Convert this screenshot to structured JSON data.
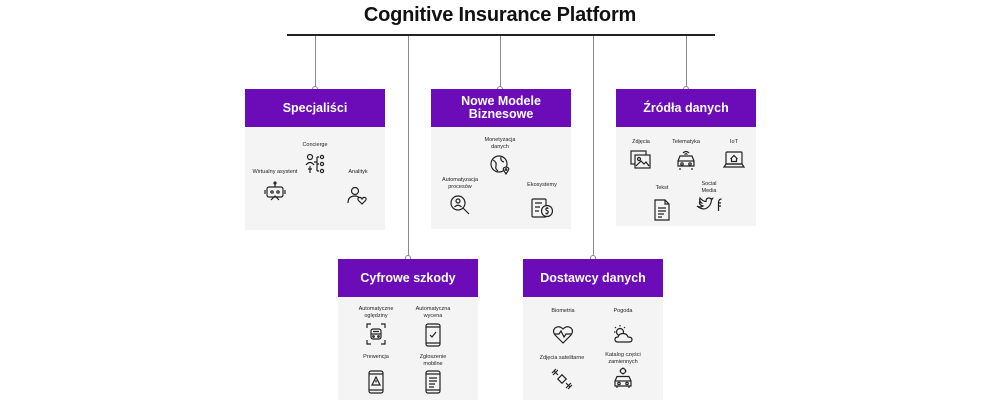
{
  "title": "Cognitive Insurance Platform",
  "colors": {
    "accent": "#6c0cb8",
    "card_bg": "#f4f4f4",
    "line": "#8a8a8a"
  },
  "cards": {
    "specjalisci": {
      "title": "Specjaliści",
      "items": [
        {
          "label": "Concierge",
          "icon": "org-people-icon"
        },
        {
          "label": "Wirtualny asystent",
          "icon": "robot-icon"
        },
        {
          "label": "Analityk",
          "icon": "analyst-heart-icon"
        }
      ]
    },
    "modele": {
      "title": "Nowe Modele Biznesowe",
      "items": [
        {
          "label": "Monetyzacja danych",
          "icon": "globe-pin-icon"
        },
        {
          "label": "Automatyzacja procesów",
          "icon": "magnifier-person-icon"
        },
        {
          "label": "Ekosystemy",
          "icon": "cards-dollar-icon"
        }
      ]
    },
    "zrodla": {
      "title": "Źródła danych",
      "items": [
        {
          "label": "Zdjęcia",
          "icon": "photos-icon"
        },
        {
          "label": "Telematyka",
          "icon": "car-signal-icon"
        },
        {
          "label": "IoT",
          "icon": "laptop-house-icon"
        },
        {
          "label": "Tekst",
          "icon": "document-icon"
        },
        {
          "label": "Social Media",
          "icon": "twitter-facebook-icon"
        }
      ]
    },
    "cyfrowe": {
      "title": "Cyfrowe szkody",
      "items": [
        {
          "label": "Automatyczne oględziny",
          "icon": "scan-car-icon"
        },
        {
          "label": "Automatyczna wycena",
          "icon": "phone-check-icon"
        },
        {
          "label": "Prewencja",
          "icon": "phone-warning-icon"
        },
        {
          "label": "Zgłoszenie mobilne",
          "icon": "phone-form-icon"
        }
      ]
    },
    "dostawcy": {
      "title": "Dostawcy danych",
      "items": [
        {
          "label": "Biometria",
          "icon": "heart-pulse-icon"
        },
        {
          "label": "Pogoda",
          "icon": "sun-cloud-icon"
        },
        {
          "label": "Zdjęcia satelitarne",
          "icon": "satellite-icon"
        },
        {
          "label": "Katalog części zamiennych",
          "icon": "car-parts-icon"
        }
      ]
    }
  }
}
